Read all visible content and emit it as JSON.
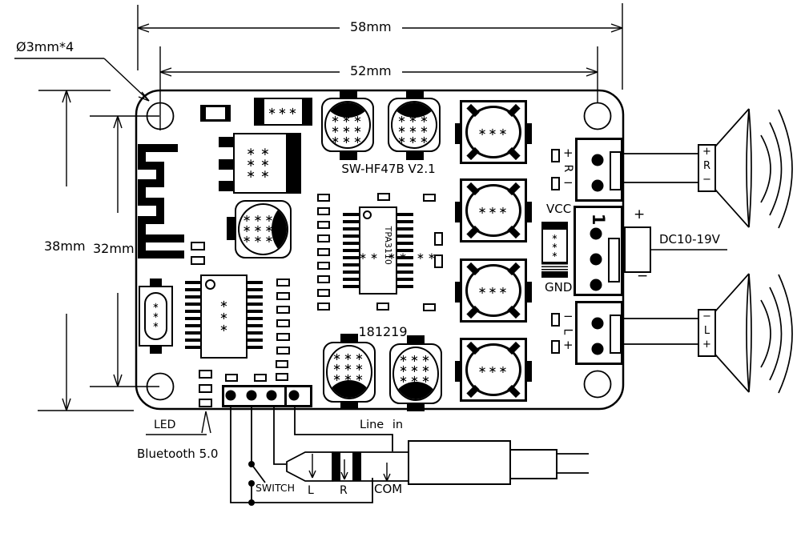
{
  "dims": {
    "d58": "58mm",
    "d52": "52mm",
    "d38": "38mm",
    "d32": "32mm",
    "holes": "Ø3mm*4"
  },
  "silk": {
    "model": "SW-HF47B V2.1",
    "ic": "TPA3110",
    "date": "181219",
    "vcc": "VCC",
    "gnd": "GND",
    "pin1": "1",
    "r_plus": "+",
    "r_letter": "R",
    "r_minus": "−",
    "l_minus": "−",
    "l_letter": "L",
    "l_plus": "+"
  },
  "ext": {
    "led": "LED",
    "bluetooth": "Bluetooth 5.0",
    "switch": "SWITCH",
    "line_in": "Line in",
    "jack_l": "L",
    "jack_r": "R",
    "jack_com": "COM",
    "dc_plus": "+",
    "dc_minus": "−",
    "dc_label": "DC10-19V"
  },
  "spk": {
    "r": {
      "p": "+",
      "n": "R",
      "m": "−"
    },
    "l": {
      "m": "−",
      "n": "L",
      "p": "+"
    }
  },
  "stars": {
    "s3": "∗∗∗",
    "g33": "∗∗∗\n∗∗∗\n∗∗∗",
    "g23": "∗∗\n∗∗\n∗∗",
    "g13": "∗\n∗\n∗"
  }
}
